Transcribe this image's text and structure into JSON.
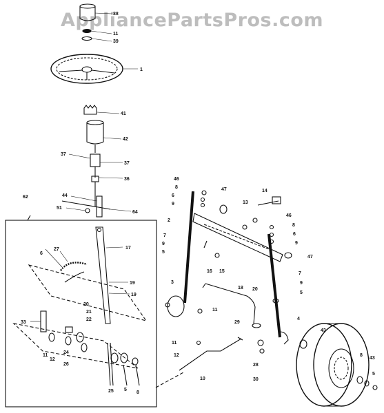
{
  "watermark": "AppliancePartsPros.com",
  "callouts": {
    "c38": "38",
    "c11a": "11",
    "c39": "39",
    "c1": "1",
    "c41": "41",
    "c42": "42",
    "c37a": "37",
    "c37b": "37",
    "c36": "36",
    "c44": "44",
    "c51": "51",
    "c64": "64",
    "c62": "62",
    "c46a": "46",
    "c8a": "8",
    "c6a": "6",
    "c9a": "9",
    "c47a": "47",
    "c14": "14",
    "c13": "13",
    "c2": "2",
    "c7a": "7",
    "c9b": "9",
    "c5a": "5",
    "c16": "16",
    "c15": "15",
    "c18": "18",
    "c46b": "46",
    "c8b": "8",
    "c6b": "6",
    "c9c": "9",
    "c47b": "47",
    "c7b": "7",
    "c9d": "9",
    "c5b": "5",
    "c3": "3",
    "c20": "20",
    "c11b": "11",
    "c29": "29",
    "c4": "4",
    "c43a": "43",
    "c11c": "11",
    "c12a": "12",
    "c28": "28",
    "c10": "10",
    "c30": "30",
    "c8c": "8",
    "c43b": "43",
    "c5c": "5",
    "c17": "17",
    "c27": "27",
    "c6c": "6",
    "c19a": "19",
    "c19b": "19",
    "c20b": "20",
    "c21": "21",
    "c22": "22",
    "c33": "33",
    "c11d": "11",
    "c12b": "12",
    "c24": "24",
    "c26": "26",
    "c25": "25",
    "c5d": "5",
    "c8d": "8"
  }
}
